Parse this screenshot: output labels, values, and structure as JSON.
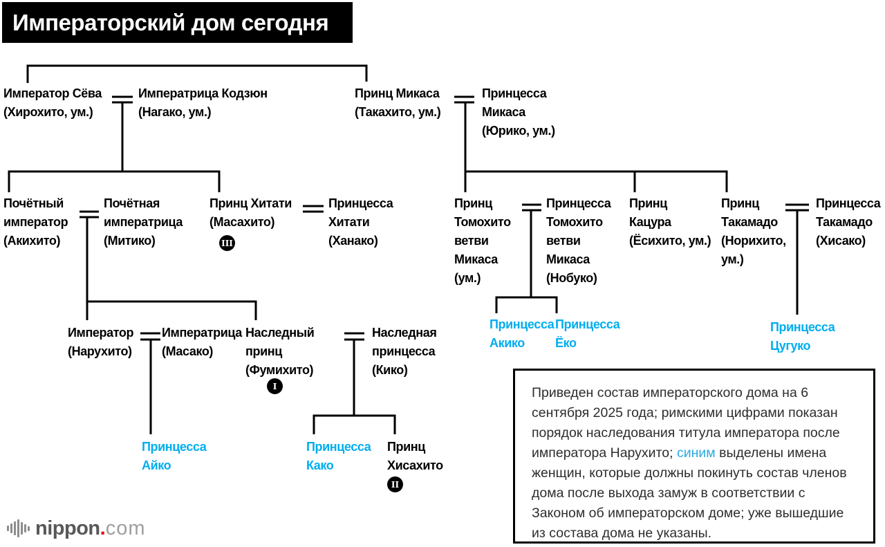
{
  "title": "Императорский дом сегодня",
  "colors": {
    "accent_blue": "#00aeef",
    "line_black": "#000000",
    "logo_red": "#e60012"
  },
  "people": {
    "showa": {
      "label": "Император Сёва\n(Хирохито, ум.)"
    },
    "kojun": {
      "label": "Императрица Кодзюн\n(Нагако, ум.)"
    },
    "mikasa": {
      "label": "Принц Микаса\n(Такахито, ум.)"
    },
    "mikasa_princess": {
      "label": "Принцесса\nМикаса\n(Юрико, ум.)"
    },
    "akihito": {
      "label": "Почётный\nимператор\n(Акихито)"
    },
    "michiko": {
      "label": "Почётная\nимператрица\n(Митико)"
    },
    "hitachi": {
      "label": "Принц Хитати\n(Масахито)",
      "badge": "III"
    },
    "hitachi_princess": {
      "label": "Принцесса\nХитати\n(Ханако)"
    },
    "tomohito": {
      "label": "Принц\nТомохито\nветви\nМикаса\n(ум.)"
    },
    "tomohito_princess": {
      "label": "Принцесса\nТомохито\nветви\nМикаса\n(Нобуко)"
    },
    "katsura": {
      "label": "Принц\nКацура\n(Ёсихито, ум.)"
    },
    "takamado": {
      "label": "Принц\nТакамадо\n(Норихито,\nум.)"
    },
    "takamado_princess": {
      "label": "Принцесса\nТакамадо\n(Хисако)"
    },
    "naruhito": {
      "label": "Император\n(Нарухито)"
    },
    "masako": {
      "label": "Императрица\n(Масако)"
    },
    "fumihito": {
      "label": "Наследный\nпринц\n(Фумихито)",
      "badge": "I"
    },
    "kiko": {
      "label": "Наследная\nпринцесса\n(Кико)"
    },
    "aiko": {
      "label": "Принцесса\nАйко"
    },
    "kako": {
      "label": "Принцесса\nКако"
    },
    "hisahito": {
      "label": "Принц\nХисахито",
      "badge": "II"
    },
    "akiko": {
      "label": "Принцесса\nАкико"
    },
    "yoko": {
      "label": "Принцесса\nЁко"
    },
    "tsuguko": {
      "label": "Принцесса\nЦугуко"
    }
  },
  "note": {
    "part1": "Приведен состав императорского дома на 6 сентября 2025 года; римскими цифрами показан порядок наследования титула императора после императора Нарухито; ",
    "highlight": "синим",
    "part2": " выделены имена женщин, которые должны покинуть состав членов дома после выхода замуж в соответствии с Законом об императорском доме; уже вышедшие из состава дома не указаны."
  },
  "footer": {
    "brand_bold": "nippon",
    "brand_dot": ".",
    "brand_light": "com"
  }
}
